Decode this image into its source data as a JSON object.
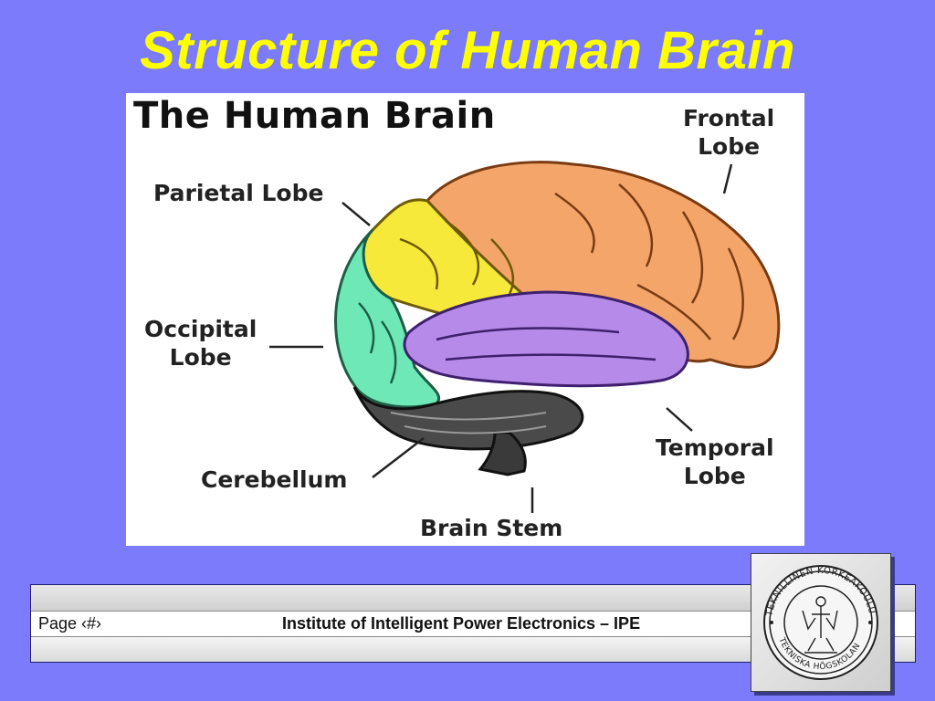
{
  "slide": {
    "title": "Structure of Human Brain"
  },
  "diagram": {
    "heading": "The Human Brain",
    "labels": {
      "frontal_line1": "Frontal",
      "frontal_line2": "Lobe",
      "parietal": "Parietal Lobe",
      "occipital_line1": "Occipital",
      "occipital_line2": "Lobe",
      "temporal_line1": "Temporal",
      "temporal_line2": "Lobe",
      "cerebellum": "Cerebellum",
      "brain_stem": "Brain Stem"
    },
    "colors": {
      "frontal": "#f4a56a",
      "parietal": "#f7e93a",
      "occipital": "#6fe8b8",
      "temporal": "#b58ae8",
      "cerebellum": "#4a4a4a",
      "brain_stem": "#3a3a3a"
    }
  },
  "footer": {
    "page_label": "Page  ‹#›",
    "institute": "Institute of Intelligent Power Electronics – IPE"
  },
  "seal": {
    "outer_text": "TEKNILLINEN KORKEAKOULU",
    "inner_text": "TEKNISKA HÖGSKOLAN"
  }
}
